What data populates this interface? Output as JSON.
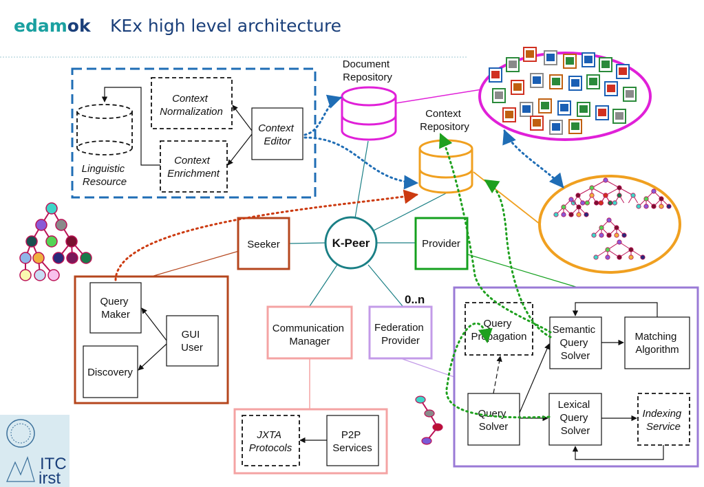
{
  "header": {
    "logo_part1": "edam",
    "logo_part2": "ok",
    "title": "KEx high level architecture"
  },
  "context_editor_group": {
    "normalization": [
      "Context",
      "Normalization"
    ],
    "enrichment": [
      "Context",
      "Enrichment"
    ],
    "editor": [
      "Context",
      "Editor"
    ],
    "linguistic_resource": [
      "Linguistic",
      "Resource"
    ]
  },
  "repositories": {
    "document": [
      "Document",
      "Repository"
    ],
    "context": [
      "Context",
      "Repository"
    ]
  },
  "core": {
    "kpeer": "K-Peer",
    "seeker": "Seeker",
    "provider": "Provider",
    "communication_manager": [
      "Communication",
      "Manager"
    ],
    "federation_provider": [
      "Federation",
      "Provider"
    ],
    "cardinality": "0..n"
  },
  "seeker_group": {
    "query_maker": [
      "Query",
      "Maker"
    ],
    "gui_user": [
      "GUI",
      "User"
    ],
    "discovery": "Discovery"
  },
  "comm_group": {
    "jxta": [
      "JXTA",
      "Protocols"
    ],
    "p2p": [
      "P2P",
      "Services"
    ]
  },
  "provider_group": {
    "query_propagation": [
      "Query",
      "Propagation"
    ],
    "semantic_solver": [
      "Semantic",
      "Query",
      "Solver"
    ],
    "matching": [
      "Matching",
      "Algorithm"
    ],
    "query_solver": [
      "Query",
      "Solver"
    ],
    "lexical_solver": [
      "Lexical",
      "Query",
      "Solver"
    ],
    "indexing": [
      "Indexing",
      "Service"
    ]
  },
  "footer_logo": {
    "itc": "ITC",
    "irst": "irst"
  },
  "colors": {
    "blue_dash": "#1f6db5",
    "teal": "#1a7f85",
    "magenta": "#e020d8",
    "orange": "#f0a020",
    "seeker": "#b5461d",
    "provider": "#14a01e",
    "comm": "#f4a3a3",
    "federation": "#c39be8",
    "provider_group": "#9a7ad6",
    "doc_link": "#1f6db5",
    "query_link": "#cc3a10",
    "sem_link": "#1ea01e"
  }
}
